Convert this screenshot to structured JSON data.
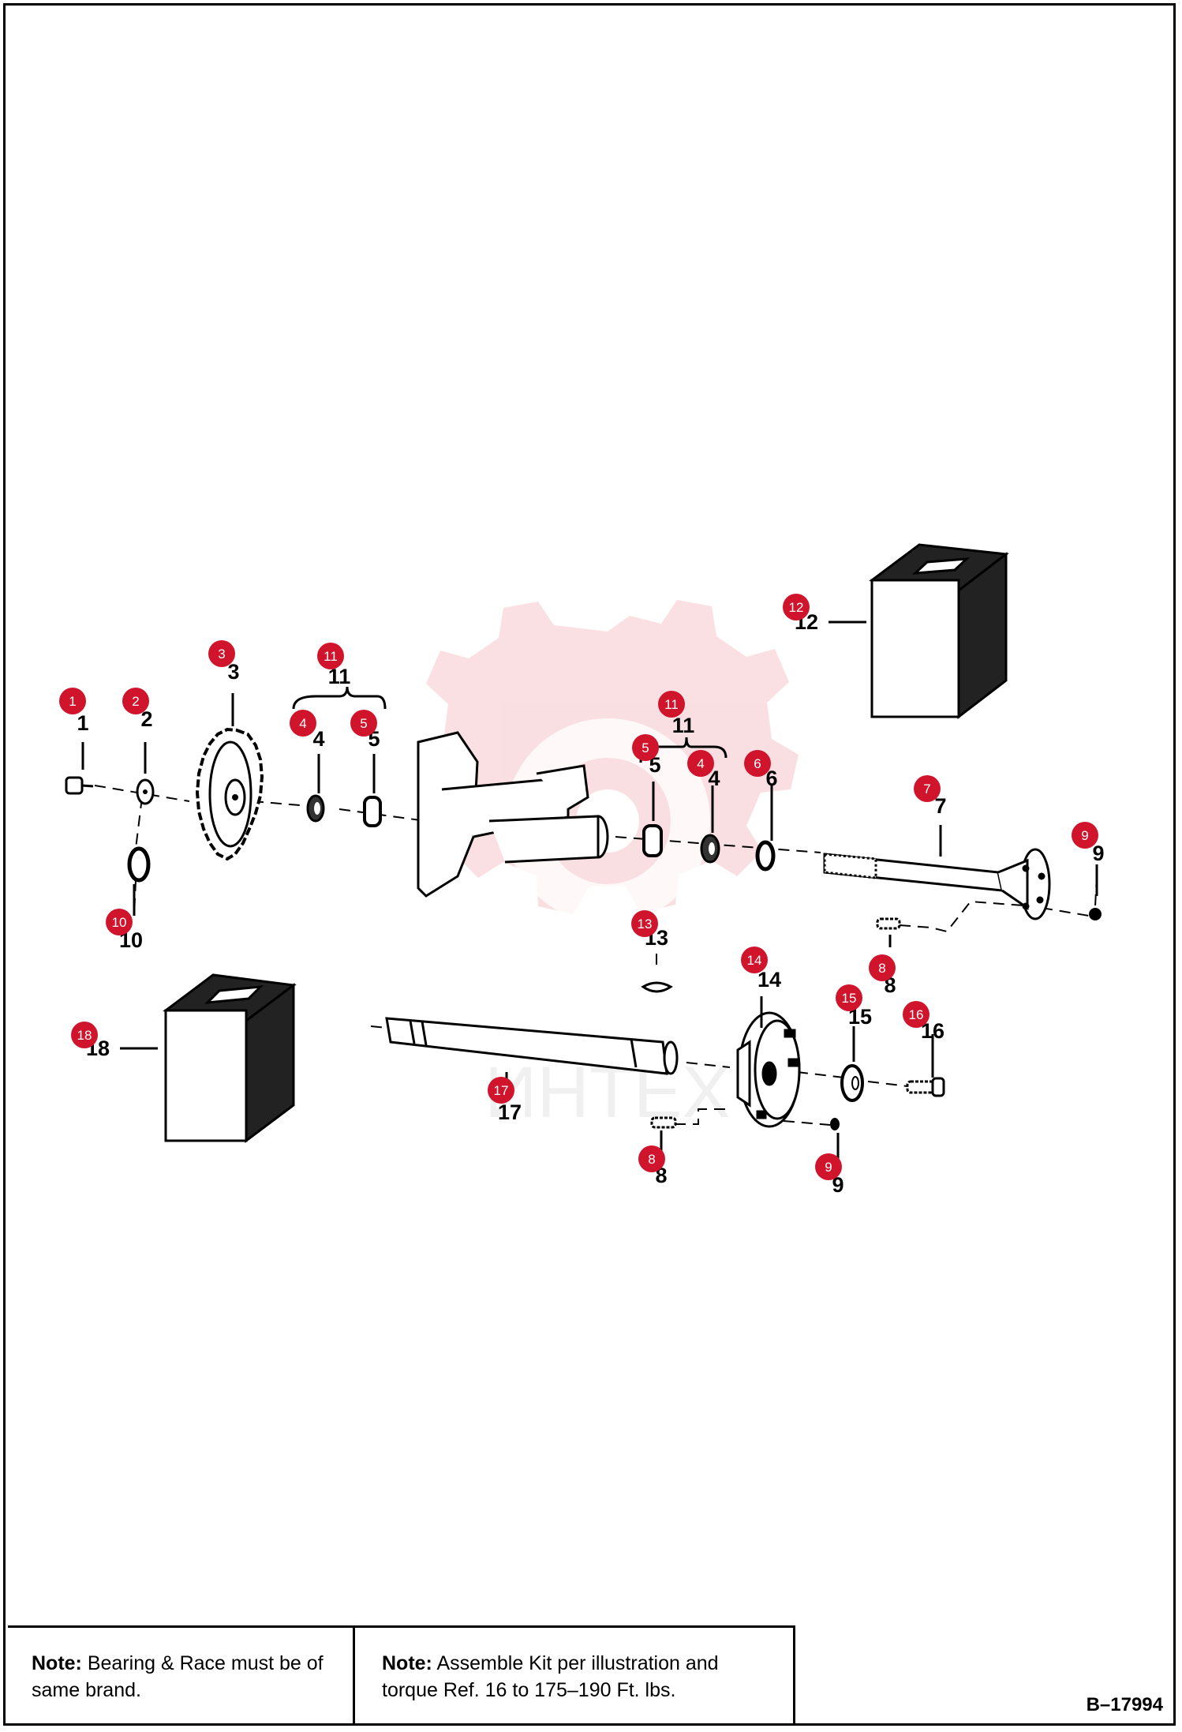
{
  "figure": {
    "id": "B–17994",
    "watermark_text": "ИНТЕХ"
  },
  "notes": [
    {
      "label": "Note:",
      "text": " Bearing & Race must be of same brand."
    },
    {
      "label": "Note:",
      "text": " Assemble Kit per illustration and torque Ref. 16 to 175–190 Ft. lbs."
    }
  ],
  "callouts": {
    "c1": "1",
    "c2": "2",
    "c3": "3",
    "c4a": "4",
    "c5a": "5",
    "c11a": "11",
    "c5b": "5",
    "c4b": "4",
    "c11b": "11",
    "c6": "6",
    "c7": "7",
    "c9a": "9",
    "c10": "10",
    "c12": "12",
    "c8a": "8",
    "c13": "13",
    "c14": "14",
    "c15": "15",
    "c16": "16",
    "c18": "18",
    "c17": "17",
    "c8b": "8",
    "c9b": "9"
  },
  "badges": {
    "b1": "1",
    "b2": "2",
    "b3": "3",
    "b4a": "4",
    "b5a": "5",
    "b11a": "11",
    "b5b": "5",
    "b4b": "4",
    "b11b": "11",
    "b6": "6",
    "b7": "7",
    "b9a": "9",
    "b10": "10",
    "b12": "12",
    "b8a": "8",
    "b13": "13",
    "b14": "14",
    "b15": "15",
    "b16": "16",
    "b18": "18",
    "b17": "17",
    "b8b": "8",
    "b9b": "9"
  },
  "colors": {
    "badge": "#d0142c",
    "watermark": "#f4b8bf"
  }
}
